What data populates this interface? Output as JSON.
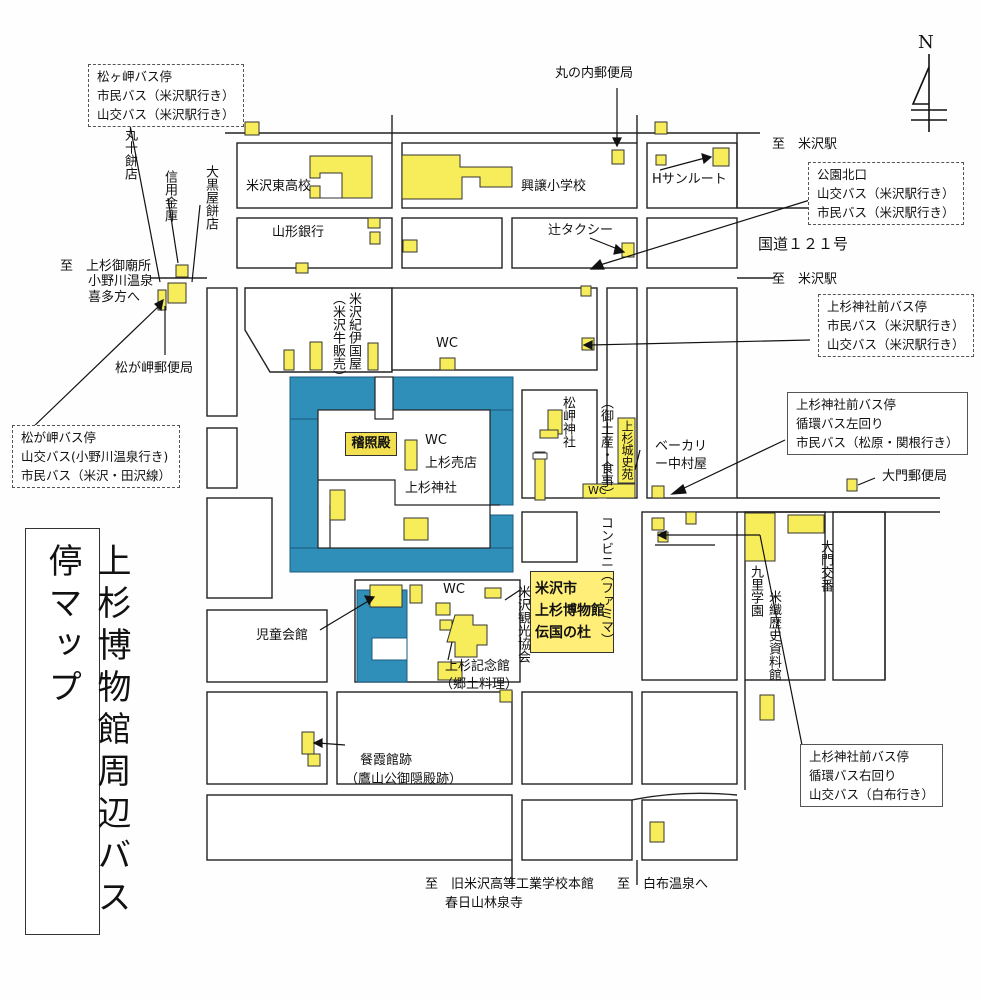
{
  "title": "上杉博物館周辺バス停マップ",
  "north": "N",
  "colors": {
    "road": "#ffffff",
    "block": "#ffffff",
    "building": "#f7ec5a",
    "moat": "#2f8fb8",
    "museum": "#ffee77"
  },
  "places": {
    "maruno_post": "丸の内郵便局",
    "to_yonezawa_st": "至　米沢駅",
    "yonezawa_higashi": "米沢東高校",
    "koujou": "興譲小学校",
    "h_sunroute": "Hサンルート",
    "yamagata_bank": "山形銀行",
    "tsuji_taxi": "辻タクシー",
    "route121": "国道１２１号",
    "to_yonezawa_st2": "至　米沢駅",
    "kiiya": "米沢紀伊国屋",
    "kiiya_sub": "（米沢牛販売）",
    "wc1": "WC",
    "keishoden": "稽照殿",
    "wc2": "WC",
    "uesugi_shop": "上杉売店",
    "uesugi_shrine": "上杉神社",
    "matsumisaki_shrine": "松岬神社",
    "miyage": "（御土産・食事）",
    "joshien": "上杉城史苑",
    "wc3": "WC",
    "bakery": "ベーカリー中村屋",
    "daimon_post": "大門郵便局",
    "konbini": "コンビニ（ファミマ）",
    "kyuri": "九里学園",
    "daimon_koban": "大門交番",
    "yoneori": "米織歴史資料館",
    "wc4": "WC",
    "kanko": "米沢観光協会",
    "jido": "児童会館",
    "kinenkan": "上杉記念館",
    "kyodo": "（郷土料理）",
    "ekikakan": "餐霞館跡",
    "takayama": "（鷹山公御隠殿跡）",
    "to_kousen": "至　旧米沢高等工業学校本館",
    "kasuga": "春日山林泉寺",
    "to_shirabu": "至　白布温泉へ",
    "to_gobyo_1": "至　上杉御廟所",
    "to_gobyo_2": "小野川温泉",
    "to_gobyo_3": "喜多方へ",
    "maruju": "丸十餅店",
    "shinyo": "信用金庫",
    "daikokuya": "大黒屋餅店",
    "matsugasaki_post": "松が岬郵便局"
  },
  "museum": [
    "米沢市",
    "上杉博物館",
    "伝国の杜"
  ],
  "bus_stops": {
    "matsugasaki_top": [
      "松ヶ岬バス停",
      "市民バス（米沢駅行き）",
      "山交バス（米沢駅行き）"
    ],
    "koen_kitaguchi": [
      "公園北口",
      "山交バス（米沢駅行き）",
      "市民バス（米沢駅行き）"
    ],
    "uesugi_mae_1": [
      "上杉神社前バス停",
      "市民バス（米沢駅行き）",
      "山交バス（米沢駅行き）"
    ],
    "uesugi_mae_2": [
      "上杉神社前バス停",
      "循環バス左回り",
      "市民バス（松原・関根行き）"
    ],
    "matsugasaki_left": [
      "松が岬バス停",
      "山交バス(小野川温泉行き)",
      "市民バス（米沢・田沢線）"
    ],
    "uesugi_mae_3": [
      "上杉神社前バス停",
      "循環バス右回り",
      "山交バス（白布行き）"
    ]
  }
}
